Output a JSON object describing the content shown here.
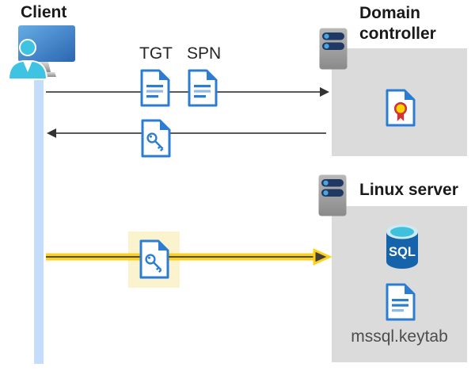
{
  "client": {
    "title": "Client"
  },
  "domain_controller": {
    "title": "Domain controller"
  },
  "linux_server": {
    "title": "Linux server",
    "sql_label": "SQL",
    "keytab_label": "mssql.keytab"
  },
  "messages": {
    "tgt": "TGT",
    "spn": "SPN"
  },
  "icons": {
    "client": "client-workstation-icon",
    "domain_controller": "server-icon",
    "linux_server": "server-icon",
    "tgt_request": "document-icon",
    "spn_request": "document-icon",
    "ticket_response": "key-file-icon",
    "service_ticket": "key-file-icon",
    "certificate": "certificate-file-icon",
    "sql_database": "sql-database-icon",
    "keytab_file": "document-icon"
  },
  "colors": {
    "document_blue": "#2B7CD3",
    "gray_panel": "#DBDBDB",
    "highlight_yellow": "#FAF3CD",
    "arrow_gray": "#595959",
    "arrow_yellow": "#FCD116",
    "lifeline_blue": "#C4DDFA",
    "server_bar_navy": "#1F3864",
    "sql_blue": "#1563AB",
    "person_cyan": "#3EC3E3",
    "text_dark": "#1A1A1A",
    "keytab_text": "#4D4D4D"
  }
}
